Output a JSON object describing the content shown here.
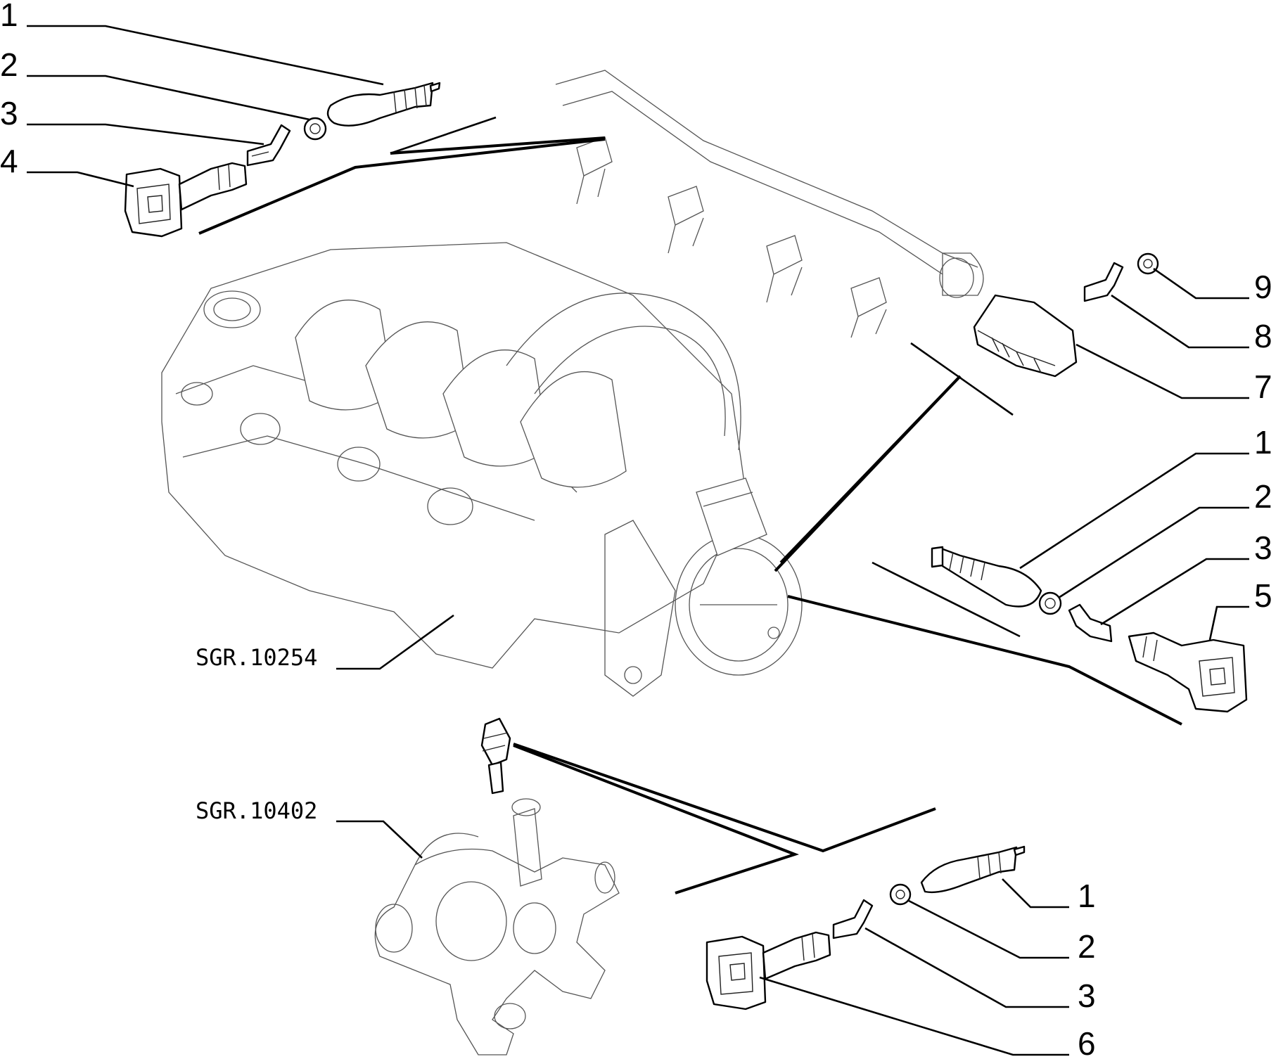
{
  "callouts": {
    "tl": [
      "1",
      "2",
      "3",
      "4"
    ],
    "right": [
      "9",
      "8",
      "7"
    ],
    "mid": [
      "1",
      "2",
      "3",
      "5"
    ],
    "bottom": [
      "1",
      "2",
      "3",
      "6"
    ]
  },
  "references": {
    "intake_manifold": "SGR.10254",
    "thermostat": "SGR.10402"
  }
}
